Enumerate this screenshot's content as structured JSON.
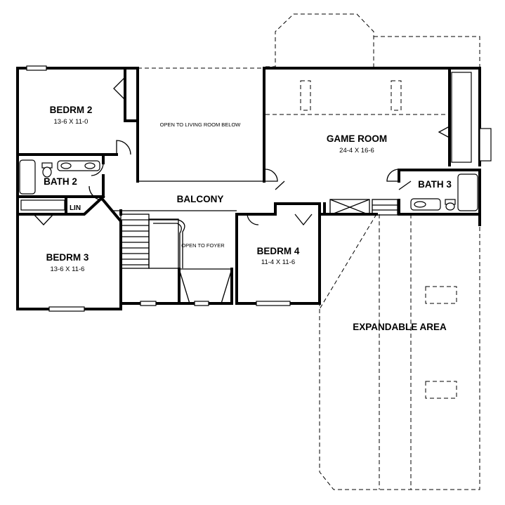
{
  "rooms": {
    "bedrm2": {
      "name": "BEDRM 2",
      "dims": "13-6 X 11-0"
    },
    "open_living": {
      "name": "OPEN TO LIVING ROOM BELOW"
    },
    "game_room": {
      "name": "GAME ROOM",
      "dims": "24-4 X 16-6"
    },
    "bath2": {
      "name": "BATH 2"
    },
    "bath3": {
      "name": "BATH 3"
    },
    "balcony": {
      "name": "BALCONY"
    },
    "lin": {
      "name": "LIN"
    },
    "bedrm3": {
      "name": "BEDRM 3",
      "dims": "13-6 X 11-6"
    },
    "open_foyer": {
      "name": "OPEN TO FOYER"
    },
    "bedrm4": {
      "name": "BEDRM 4",
      "dims": "11-4 X 11-6"
    },
    "expandable": {
      "name": "EXPANDABLE AREA"
    }
  }
}
